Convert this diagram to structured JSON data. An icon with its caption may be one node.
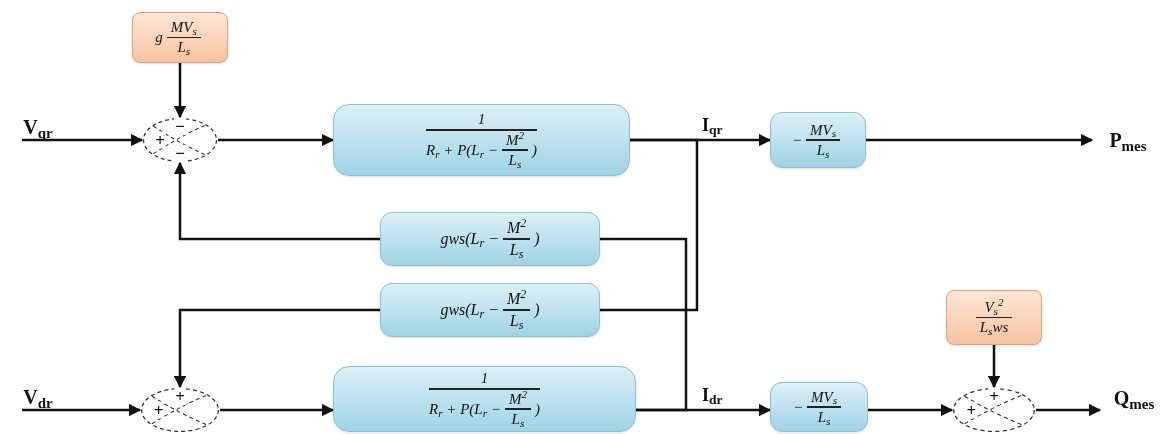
{
  "diagram": {
    "nodes": [
      {
        "text": [
          "V$_{qr}$"
        ]
      },
      {
        "text": [
          "g",
          "MV$_{s}$",
          "L$_{s}$"
        ]
      },
      {
        "text": [
          "+",
          "−",
          "−"
        ]
      },
      {
        "text": [
          "1",
          "R$_{r}$ + P(L$_{r}$ −",
          "M$^{2}$",
          "L$_{s}$",
          ")"
        ]
      },
      {
        "text": [
          "−",
          "MV$_{s}$",
          "L$_{s}$"
        ]
      },
      {
        "text": [
          "P$_{mes}$"
        ]
      },
      {
        "text": [
          "gws(L$_{r}$ −",
          "M$^{2}$",
          "L$_{s}$",
          ")"
        ]
      },
      {
        "text": [
          "gws(L$_{r}$ −",
          "M$^{2}$",
          "L$_{s}$",
          ")"
        ]
      },
      {
        "text": [
          "V$_{dr}$"
        ]
      },
      {
        "text": [
          "+",
          "+"
        ]
      },
      {
        "text": [
          "1",
          "R$_{r}$ + P(L$_{r}$ −",
          "M$^{2}$",
          "L$_{s}$",
          ")"
        ]
      },
      {
        "text": [
          "−",
          "MV$_{s}$",
          "L$_{s}$"
        ]
      },
      {
        "text": [
          "V$_{s}$$^{2}$",
          "L$_{s}$ws"
        ]
      },
      {
        "text": [
          "+",
          "+"
        ]
      },
      {
        "text": [
          "Q$_{mes}$"
        ]
      }
    ],
    "edges": [
      {
        "from": 0,
        "to": 2,
        "arrow": "to"
      },
      {
        "from": 1,
        "to": 2,
        "arrow": "to"
      },
      {
        "from": 2,
        "to": 3,
        "arrow": "to"
      },
      {
        "from": 3,
        "to": 4,
        "arrow": "to",
        "label": "I$_{qr}$"
      },
      {
        "from": 4,
        "to": 5,
        "arrow": "to"
      },
      {
        "from": 3,
        "to": 7,
        "arrow": "none"
      },
      {
        "from": 7,
        "to": 9,
        "arrow": "to"
      },
      {
        "from": 10,
        "to": 6,
        "arrow": "none"
      },
      {
        "from": 6,
        "to": 2,
        "arrow": "to"
      },
      {
        "from": 8,
        "to": 9,
        "arrow": "to"
      },
      {
        "from": 9,
        "to": 10,
        "arrow": "to"
      },
      {
        "from": 10,
        "to": 11,
        "arrow": "to",
        "label": "I$_{dr}$"
      },
      {
        "from": 11,
        "to": 13,
        "arrow": "to"
      },
      {
        "from": 12,
        "to": 13,
        "arrow": "to"
      },
      {
        "from": 13,
        "to": 14,
        "arrow": "to"
      }
    ]
  }
}
